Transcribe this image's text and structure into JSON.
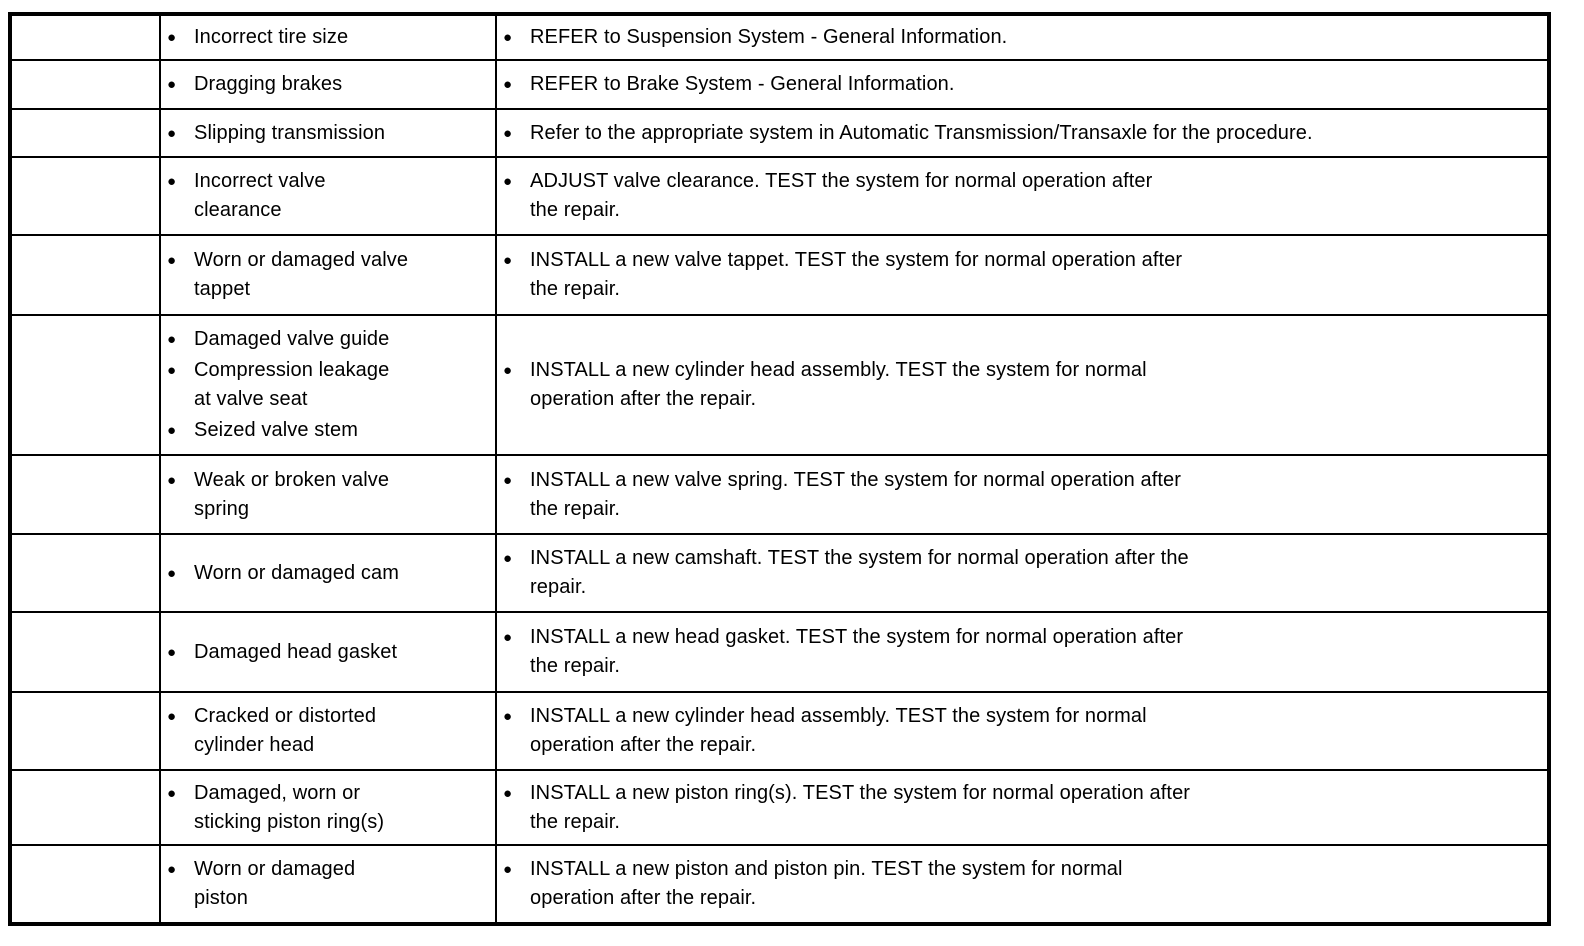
{
  "colors": {
    "background": "#ffffff",
    "border": "#000000",
    "text": "#000000"
  },
  "icons": {
    "bullet": "●"
  },
  "table": {
    "rows": [
      {
        "causes": [
          "Incorrect tire size"
        ],
        "actions": [
          "REFER to Suspension System - General Information."
        ]
      },
      {
        "causes": [
          "Dragging brakes"
        ],
        "actions": [
          "REFER to Brake System - General Information."
        ]
      },
      {
        "causes": [
          "Slipping transmission"
        ],
        "actions": [
          "Refer to the appropriate system in Automatic Transmission/Transaxle for the procedure."
        ]
      },
      {
        "causes": [
          "Incorrect valve\nclearance"
        ],
        "actions": [
          "ADJUST valve clearance. TEST the system for normal operation after\nthe repair."
        ]
      },
      {
        "causes": [
          "Worn or damaged valve\ntappet"
        ],
        "actions": [
          "INSTALL a new valve tappet. TEST the system for normal operation after\nthe repair."
        ]
      },
      {
        "causes": [
          "Damaged valve guide",
          "Compression leakage\nat valve seat",
          "Seized valve stem"
        ],
        "actions": [
          "INSTALL a new cylinder head assembly. TEST the system for normal\noperation after the repair."
        ]
      },
      {
        "causes": [
          "Weak or broken valve\nspring"
        ],
        "actions": [
          "INSTALL a new valve spring. TEST the system for normal operation after\nthe repair."
        ]
      },
      {
        "causes": [
          "Worn or damaged cam"
        ],
        "actions": [
          "INSTALL a new camshaft. TEST the system for normal operation after the\nrepair."
        ]
      },
      {
        "causes": [
          "Damaged head gasket"
        ],
        "actions": [
          "INSTALL a new head gasket. TEST the system for normal operation after\nthe repair."
        ]
      },
      {
        "causes": [
          "Cracked or distorted\ncylinder head"
        ],
        "actions": [
          "INSTALL a new cylinder head assembly. TEST the system for normal\noperation after the repair."
        ]
      },
      {
        "causes": [
          "Damaged, worn or\nsticking piston ring(s)"
        ],
        "actions": [
          "INSTALL a new piston ring(s). TEST the system for normal operation after\nthe repair."
        ]
      },
      {
        "causes": [
          "Worn or damaged\npiston"
        ],
        "actions": [
          "INSTALL a new piston and piston pin. TEST the system for normal\noperation after the repair."
        ]
      }
    ]
  }
}
